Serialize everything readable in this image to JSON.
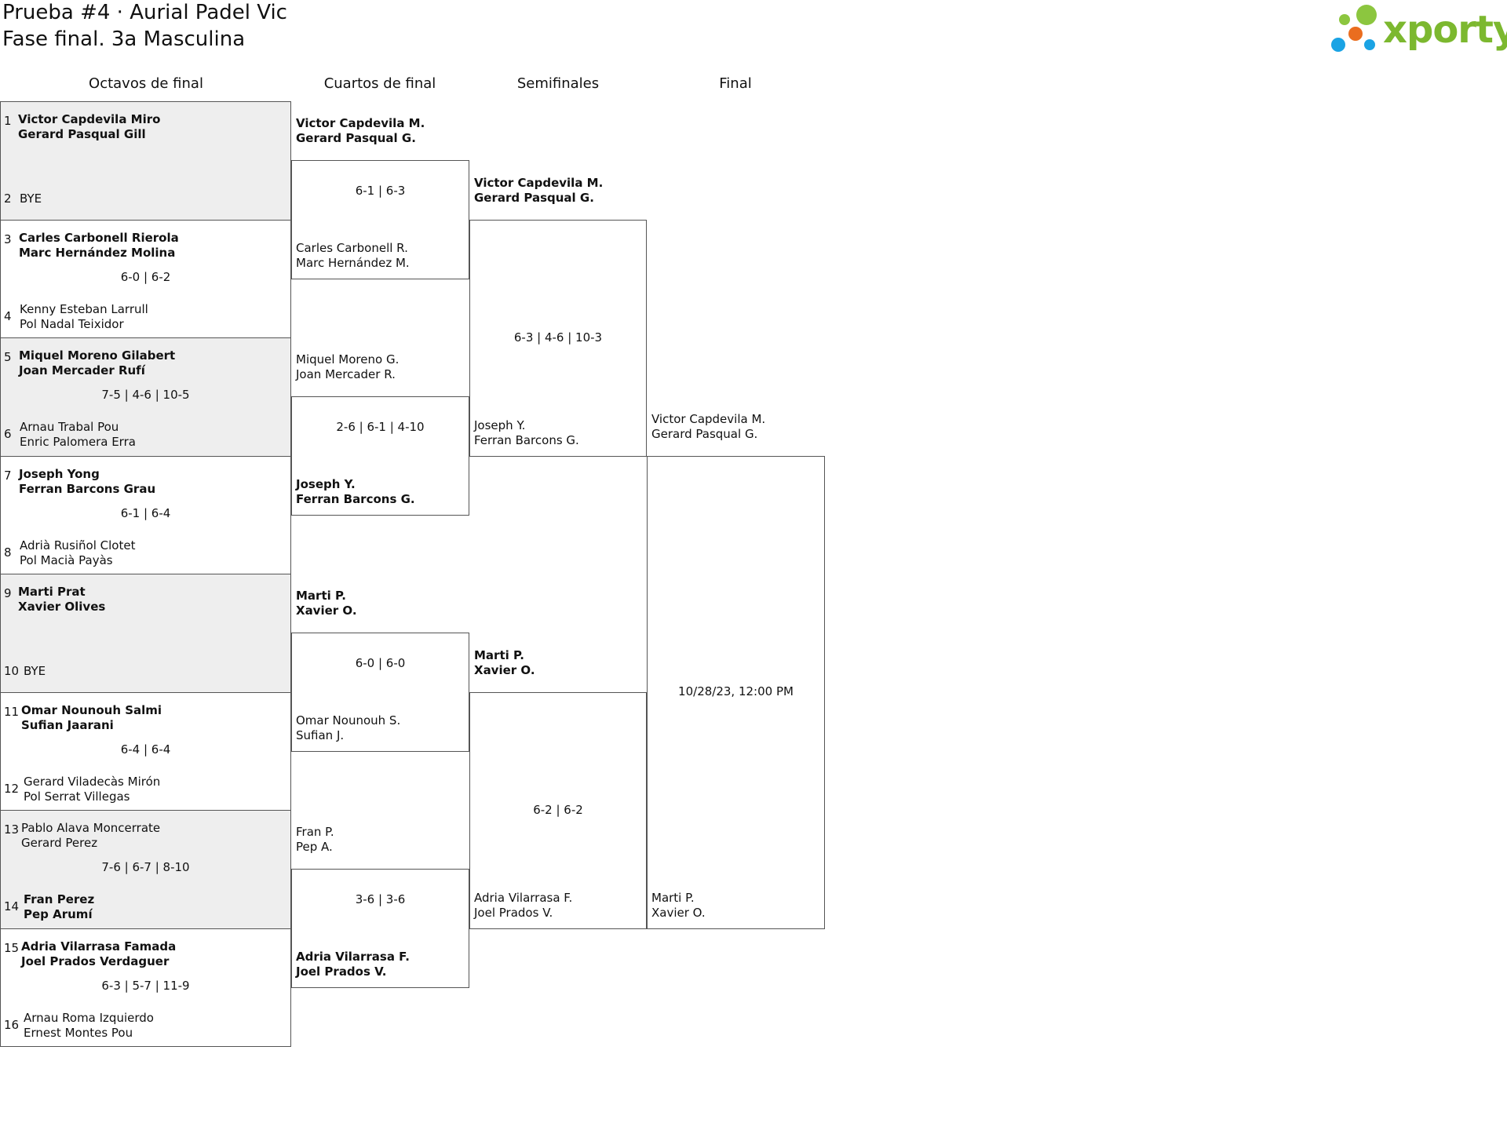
{
  "header": {
    "title_line1": "Prueba #4 · Aurial Padel Vic",
    "title_line2": "Fase final. 3a Masculina",
    "logo_text": "xporty",
    "logo_colors": {
      "green": "#7cb82f",
      "orange": "#ea6d1f",
      "blue": "#1aa3e4",
      "lightgreen": "#8cc63f"
    }
  },
  "rounds": [
    "Octavos de final",
    "Cuartos de final",
    "Semifinales",
    "Final"
  ],
  "r16": [
    {
      "seed_top": "1",
      "top": [
        "Victor Capdevila Miro",
        "Gerard Pasqual Gill"
      ],
      "seed_bottom": "2",
      "bottom": [
        "BYE"
      ],
      "score": ""
    },
    {
      "seed_top": "3",
      "top": [
        "Carles Carbonell Rierola",
        "Marc Hernández Molina"
      ],
      "seed_bottom": "4",
      "bottom": [
        "Kenny Esteban Larrull",
        "Pol Nadal Teixidor"
      ],
      "score": "6-0 | 6-2"
    },
    {
      "seed_top": "5",
      "top": [
        "Miquel Moreno Gilabert",
        "Joan Mercader Rufí"
      ],
      "seed_bottom": "6",
      "bottom": [
        "Arnau Trabal Pou",
        "Enric Palomera Erra"
      ],
      "score": "7-5 | 4-6 | 10-5"
    },
    {
      "seed_top": "7",
      "top": [
        "Joseph Yong",
        "Ferran Barcons Grau"
      ],
      "seed_bottom": "8",
      "bottom": [
        "Adrià Rusiñol Clotet",
        "Pol Macià Payàs"
      ],
      "score": "6-1 | 6-4"
    },
    {
      "seed_top": "9",
      "top": [
        "Marti Prat",
        "Xavier Olives"
      ],
      "seed_bottom": "10",
      "bottom": [
        "BYE"
      ],
      "score": ""
    },
    {
      "seed_top": "11",
      "top": [
        "Omar Nounouh Salmi",
        "Sufian Jaarani"
      ],
      "seed_bottom": "12",
      "bottom": [
        "Gerard Viladecàs Mirón",
        "Pol Serrat Villegas"
      ],
      "score": "6-4 | 6-4"
    },
    {
      "seed_top": "13",
      "top": [
        "Pablo Alava Moncerrate",
        "Gerard Perez"
      ],
      "seed_bottom": "14",
      "bottom": [
        "Fran Perez",
        "Pep Arumí"
      ],
      "score": "7-6 | 6-7 | 8-10"
    },
    {
      "seed_top": "15",
      "top": [
        "Adria Vilarrasa Famada",
        "Joel Prados Verdaguer"
      ],
      "seed_bottom": "16",
      "bottom": [
        "Arnau Roma Izquierdo",
        "Ernest Montes Pou"
      ],
      "score": "6-3 | 5-7 | 11-9"
    }
  ],
  "qf": [
    {
      "top": [
        "Victor Capdevila M.",
        "Gerard Pasqual G."
      ],
      "bottom": [
        "Carles Carbonell R.",
        "Marc Hernández M."
      ],
      "score": "6-1 | 6-3"
    },
    {
      "top": [
        "Miquel Moreno G.",
        "Joan Mercader R."
      ],
      "bottom": [
        "Joseph Y.",
        "Ferran Barcons G."
      ],
      "score": "2-6 | 6-1 | 4-10"
    },
    {
      "top": [
        "Marti P.",
        "Xavier O."
      ],
      "bottom": [
        "Omar Nounouh S.",
        "Sufian J."
      ],
      "score": "6-0 | 6-0"
    },
    {
      "top": [
        "Fran P.",
        "Pep A."
      ],
      "bottom": [
        "Adria Vilarrasa F.",
        "Joel Prados V."
      ],
      "score": "3-6 | 3-6"
    }
  ],
  "sf": [
    {
      "top": [
        "Victor Capdevila M.",
        "Gerard Pasqual G."
      ],
      "bottom": [
        "Joseph Y.",
        "Ferran Barcons G."
      ],
      "score": "6-3 | 4-6 | 10-3"
    },
    {
      "top": [
        "Marti P.",
        "Xavier O."
      ],
      "bottom": [
        "Adria Vilarrasa F.",
        "Joel Prados V."
      ],
      "score": "6-2 | 6-2"
    }
  ],
  "final": {
    "top": [
      "Victor Capdevila M.",
      "Gerard Pasqual G."
    ],
    "bottom": [
      "Marti P.",
      "Xavier O."
    ],
    "score": "10/28/23, 12:00 PM"
  }
}
